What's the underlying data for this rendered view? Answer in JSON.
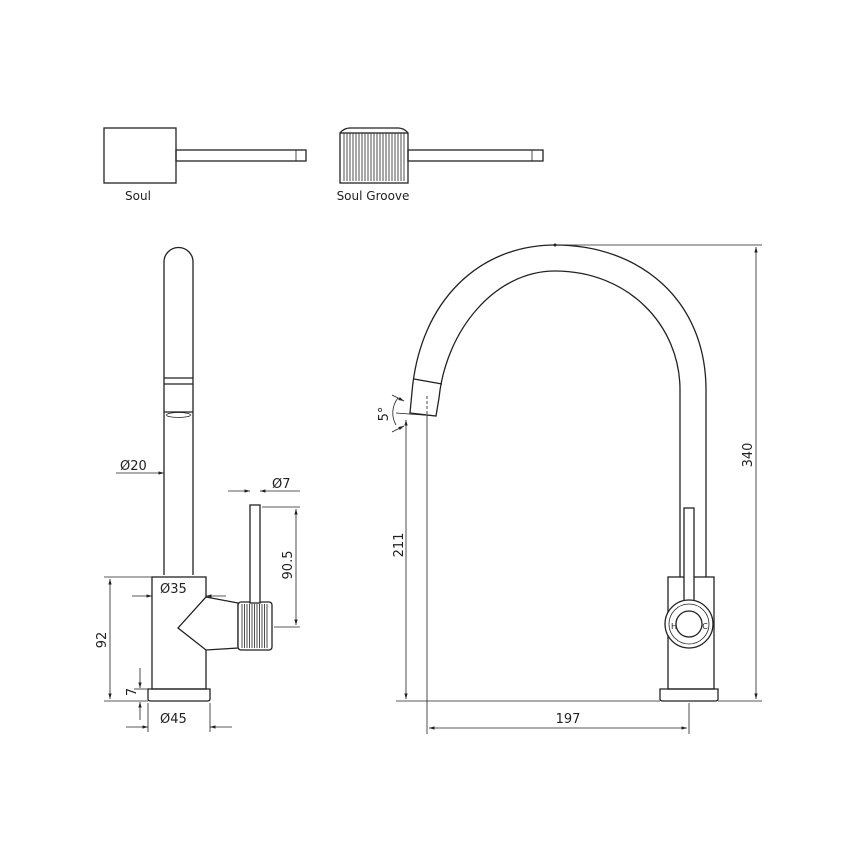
{
  "variants": [
    {
      "name": "Soul"
    },
    {
      "name": "Soul Groove"
    }
  ],
  "side_view": {
    "dims": {
      "spout_diameter": "20",
      "handle_diameter": "7",
      "handle_length": "90.5",
      "body_diameter": "35",
      "body_height": "92",
      "base_height": "7",
      "base_diameter": "45"
    },
    "diameter_symbol": "Ø"
  },
  "front_view": {
    "dims": {
      "outlet_angle": "5°",
      "outlet_height": "211",
      "total_height": "340",
      "reach": "197"
    },
    "handle_marks": {
      "hot": "H",
      "cold": "C"
    }
  }
}
